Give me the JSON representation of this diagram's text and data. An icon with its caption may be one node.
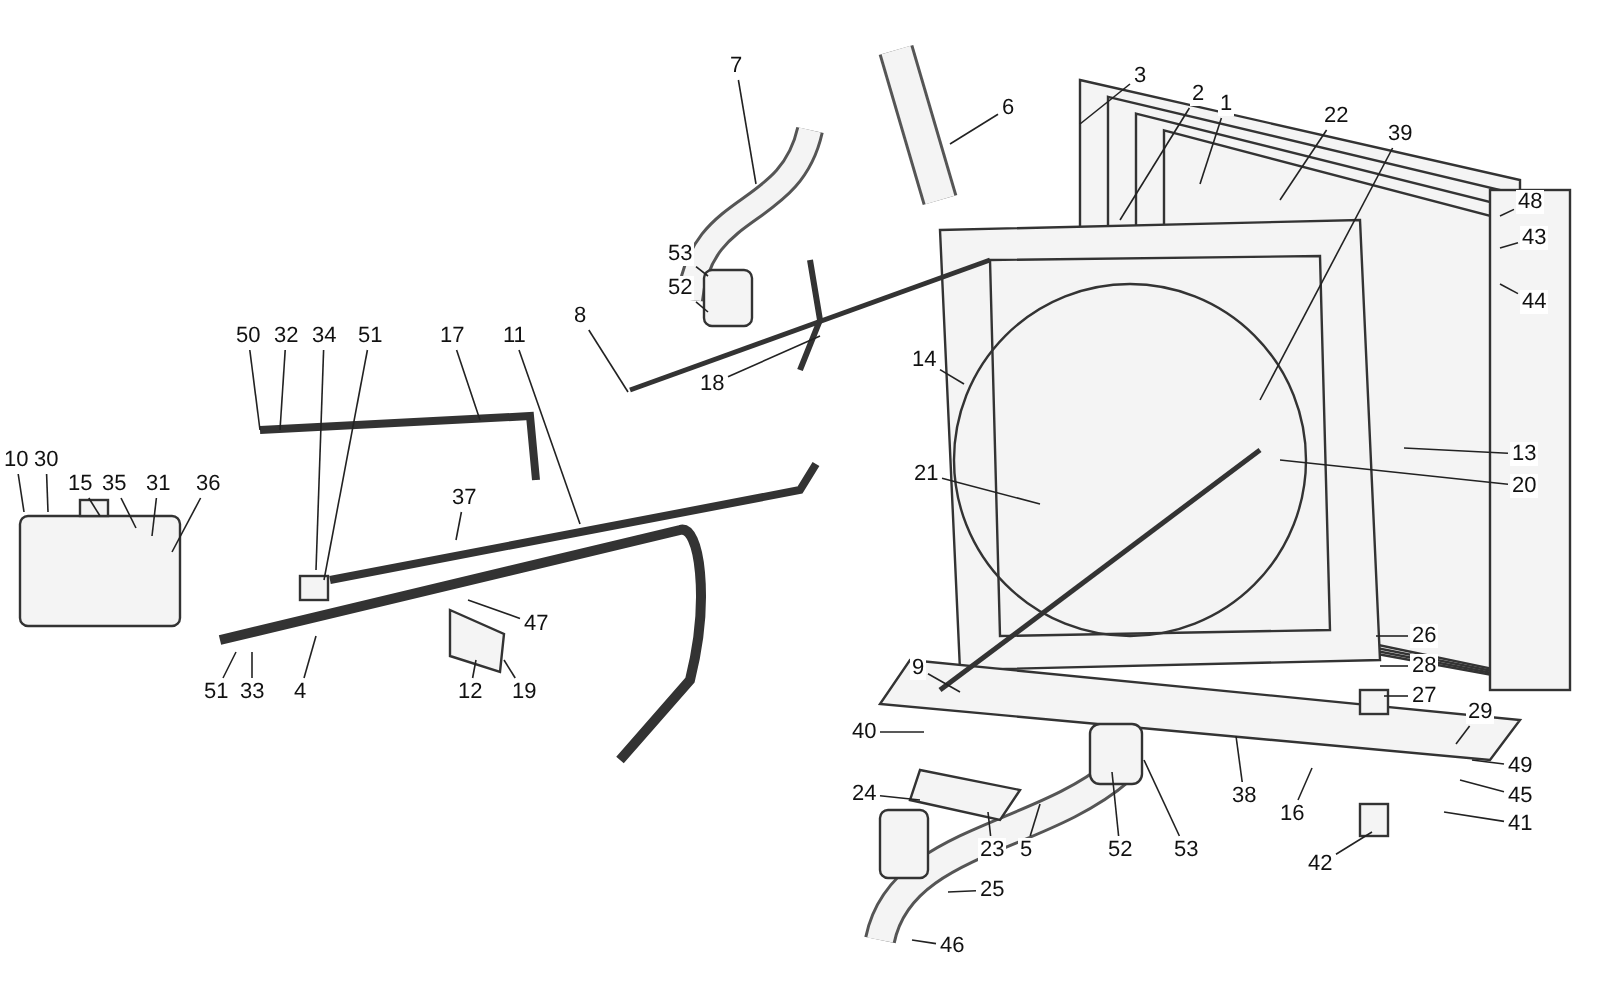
{
  "diagram": {
    "nodes": [
      {
        "text": [
          "7"
        ]
      },
      {
        "text": [
          "3"
        ]
      },
      {
        "text": [
          "2"
        ]
      },
      {
        "text": [
          "1"
        ]
      },
      {
        "text": [
          "6"
        ]
      },
      {
        "text": [
          "22"
        ]
      },
      {
        "text": [
          "39"
        ]
      },
      {
        "text": [
          "48"
        ]
      },
      {
        "text": [
          "43"
        ]
      },
      {
        "text": [
          "53"
        ]
      },
      {
        "text": [
          "52"
        ]
      },
      {
        "text": [
          "44"
        ]
      },
      {
        "text": [
          "8"
        ]
      },
      {
        "text": [
          "18"
        ]
      },
      {
        "text": [
          "50"
        ]
      },
      {
        "text": [
          "32"
        ]
      },
      {
        "text": [
          "34"
        ]
      },
      {
        "text": [
          "51"
        ]
      },
      {
        "text": [
          "17"
        ]
      },
      {
        "text": [
          "11"
        ]
      },
      {
        "text": [
          "14"
        ]
      },
      {
        "text": [
          "13"
        ]
      },
      {
        "text": [
          "20"
        ]
      },
      {
        "text": [
          "21"
        ]
      },
      {
        "text": [
          "10"
        ]
      },
      {
        "text": [
          "30"
        ]
      },
      {
        "text": [
          "15"
        ]
      },
      {
        "text": [
          "35"
        ]
      },
      {
        "text": [
          "31"
        ]
      },
      {
        "text": [
          "36"
        ]
      },
      {
        "text": [
          "37"
        ]
      },
      {
        "text": [
          "47"
        ]
      },
      {
        "text": [
          "26"
        ]
      },
      {
        "text": [
          "28"
        ]
      },
      {
        "text": [
          "9"
        ]
      },
      {
        "text": [
          "51"
        ]
      },
      {
        "text": [
          "33"
        ]
      },
      {
        "text": [
          "4"
        ]
      },
      {
        "text": [
          "12"
        ]
      },
      {
        "text": [
          "19"
        ]
      },
      {
        "text": [
          "27"
        ]
      },
      {
        "text": [
          "29"
        ]
      },
      {
        "text": [
          "40"
        ]
      },
      {
        "text": [
          "49"
        ]
      },
      {
        "text": [
          "24"
        ]
      },
      {
        "text": [
          "38"
        ]
      },
      {
        "text": [
          "45"
        ]
      },
      {
        "text": [
          "16"
        ]
      },
      {
        "text": [
          "41"
        ]
      },
      {
        "text": [
          "23"
        ]
      },
      {
        "text": [
          "5"
        ]
      },
      {
        "text": [
          "52"
        ]
      },
      {
        "text": [
          "53"
        ]
      },
      {
        "text": [
          "42"
        ]
      },
      {
        "text": [
          "25"
        ]
      },
      {
        "text": [
          "46"
        ]
      }
    ],
    "edges": [
      {
        "from": 0,
        "to": null,
        "arrow": "none"
      },
      {
        "from": 1,
        "to": null,
        "arrow": "none"
      },
      {
        "from": 2,
        "to": null,
        "arrow": "none"
      },
      {
        "from": 3,
        "to": null,
        "arrow": "none"
      },
      {
        "from": 4,
        "to": null,
        "arrow": "none"
      },
      {
        "from": 5,
        "to": null,
        "arrow": "none"
      },
      {
        "from": 6,
        "to": null,
        "arrow": "none"
      },
      {
        "from": 7,
        "to": null,
        "arrow": "none"
      },
      {
        "from": 8,
        "to": null,
        "arrow": "none"
      },
      {
        "from": 9,
        "to": null,
        "arrow": "none"
      },
      {
        "from": 10,
        "to": null,
        "arrow": "none"
      },
      {
        "from": 11,
        "to": null,
        "arrow": "none"
      },
      {
        "from": 12,
        "to": null,
        "arrow": "none"
      },
      {
        "from": 13,
        "to": null,
        "arrow": "none"
      },
      {
        "from": 14,
        "to": null,
        "arrow": "none"
      },
      {
        "from": 15,
        "to": null,
        "arrow": "none"
      },
      {
        "from": 16,
        "to": null,
        "arrow": "none"
      },
      {
        "from": 17,
        "to": null,
        "arrow": "none"
      },
      {
        "from": 18,
        "to": null,
        "arrow": "none"
      },
      {
        "from": 19,
        "to": null,
        "arrow": "none"
      },
      {
        "from": 20,
        "to": null,
        "arrow": "none"
      },
      {
        "from": 21,
        "to": null,
        "arrow": "none"
      },
      {
        "from": 22,
        "to": null,
        "arrow": "none"
      },
      {
        "from": 23,
        "to": null,
        "arrow": "none"
      },
      {
        "from": 24,
        "to": null,
        "arrow": "none"
      },
      {
        "from": 25,
        "to": null,
        "arrow": "none"
      },
      {
        "from": 26,
        "to": null,
        "arrow": "none"
      },
      {
        "from": 27,
        "to": null,
        "arrow": "none"
      },
      {
        "from": 28,
        "to": null,
        "arrow": "none"
      },
      {
        "from": 29,
        "to": null,
        "arrow": "none"
      },
      {
        "from": 30,
        "to": null,
        "arrow": "none"
      },
      {
        "from": 31,
        "to": null,
        "arrow": "none"
      },
      {
        "from": 32,
        "to": null,
        "arrow": "none"
      },
      {
        "from": 33,
        "to": null,
        "arrow": "none"
      },
      {
        "from": 34,
        "to": null,
        "arrow": "none"
      },
      {
        "from": 35,
        "to": null,
        "arrow": "none"
      },
      {
        "from": 36,
        "to": null,
        "arrow": "none"
      },
      {
        "from": 37,
        "to": null,
        "arrow": "none"
      },
      {
        "from": 38,
        "to": null,
        "arrow": "none"
      },
      {
        "from": 39,
        "to": null,
        "arrow": "none"
      },
      {
        "from": 40,
        "to": null,
        "arrow": "none"
      },
      {
        "from": 41,
        "to": null,
        "arrow": "none"
      },
      {
        "from": 42,
        "to": null,
        "arrow": "none"
      },
      {
        "from": 43,
        "to": null,
        "arrow": "none"
      },
      {
        "from": 44,
        "to": null,
        "arrow": "none"
      },
      {
        "from": 45,
        "to": null,
        "arrow": "none"
      },
      {
        "from": 46,
        "to": null,
        "arrow": "none"
      },
      {
        "from": 47,
        "to": null,
        "arrow": "none"
      },
      {
        "from": 48,
        "to": null,
        "arrow": "none"
      },
      {
        "from": 49,
        "to": null,
        "arrow": "none"
      },
      {
        "from": 50,
        "to": null,
        "arrow": "none"
      },
      {
        "from": 51,
        "to": null,
        "arrow": "none"
      },
      {
        "from": 52,
        "to": null,
        "arrow": "none"
      },
      {
        "from": 53,
        "to": null,
        "arrow": "none"
      },
      {
        "from": 54,
        "to": null,
        "arrow": "none"
      },
      {
        "from": 55,
        "to": null,
        "arrow": "none"
      }
    ]
  }
}
